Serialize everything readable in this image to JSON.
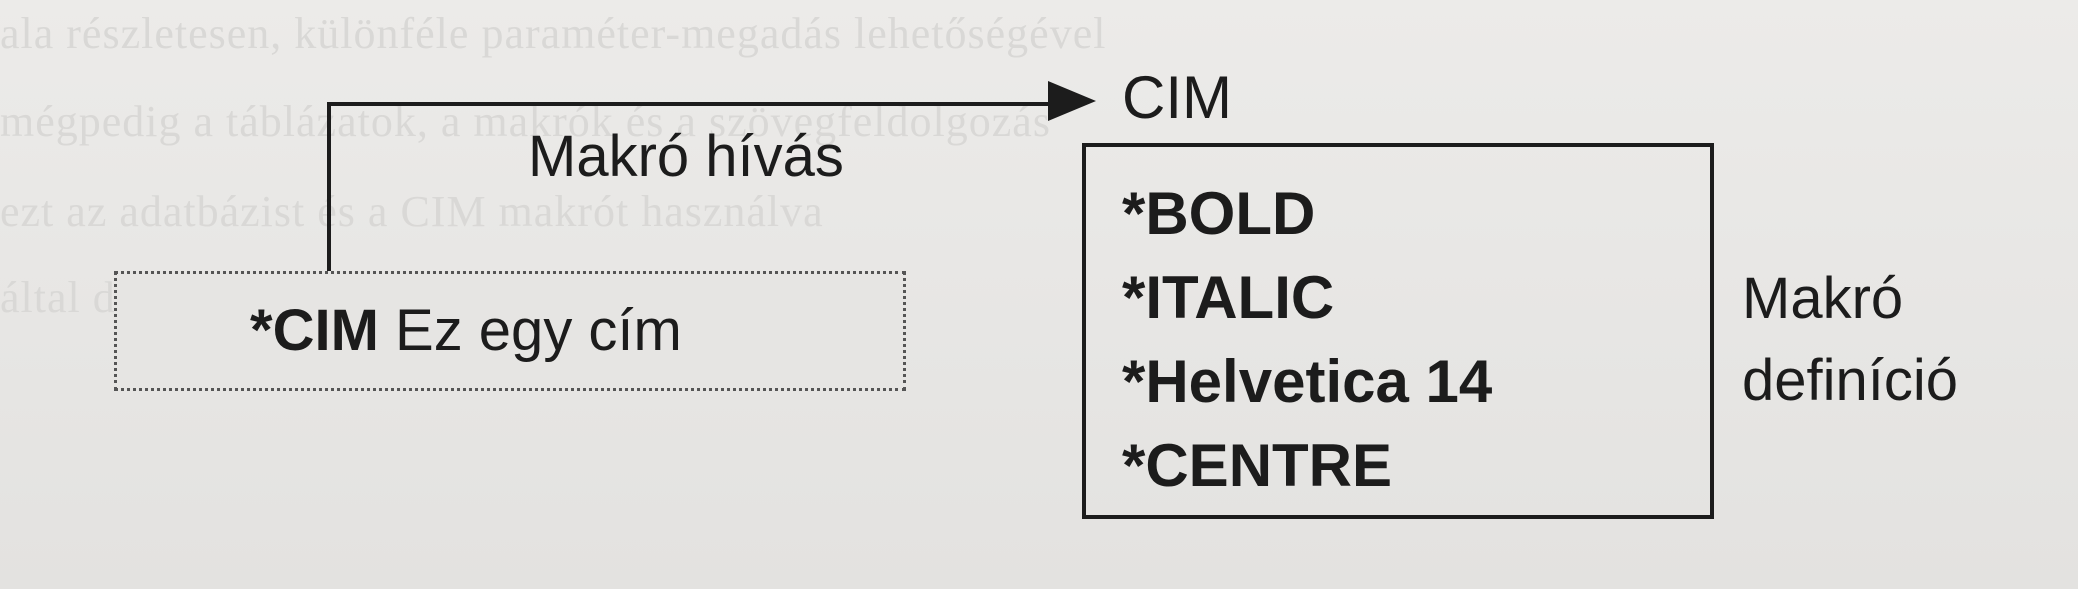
{
  "diagram": {
    "call": {
      "keyword": "*CIM",
      "text": " Ez egy cím"
    },
    "call_label": "Makró hívás",
    "macro": {
      "name": "CIM",
      "lines": [
        "*BOLD",
        "*ITALIC",
        "*Helvetica 14",
        "*CENTRE"
      ]
    },
    "definition_label": [
      "Makró",
      "definíció"
    ],
    "background_ghost_text": [
      "ala részletesen, különféle paraméter-megadás lehetőségével",
      "mégpedig a táblázatok, a makrók és a szövegfeldolgozás",
      "ezt az adatbázist és a CIM makrót használva",
      "által definiált makró segítségével"
    ]
  }
}
